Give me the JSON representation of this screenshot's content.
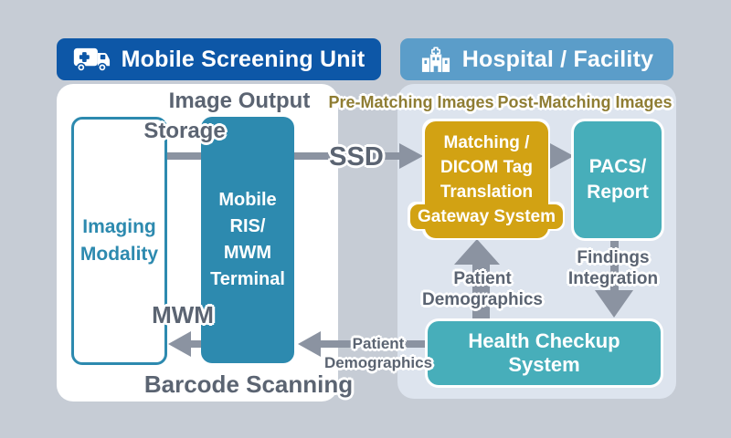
{
  "colors": {
    "background": "#c6ccd5",
    "mobile_badge_blue": "#0d57a7",
    "hospital_badge_blue": "#5b9dc9",
    "mobile_panel_white": "#ffffff",
    "hospital_panel_gray": "#dde4ee",
    "ris_teal": "#2d8aaf",
    "system_teal": "#47aeba",
    "gateway_gold": "#d2a213",
    "arrow_gray": "#8b93a1",
    "label_gray": "#5b6472",
    "matching_label_olive": "#8f7d33"
  },
  "header": {
    "mobile_unit": "Mobile Screening Unit",
    "hospital": "Hospital / Facility"
  },
  "mobile_unit": {
    "image_output": "Image Output",
    "storage": "Storage",
    "imaging_modality": {
      "line1": "Imaging",
      "line2": "Modality"
    },
    "ris_terminal": {
      "line1": "Mobile RIS/",
      "line2": "MWM",
      "line3": "Terminal"
    },
    "mwm": "MWM",
    "barcode_scanning": "Barcode Scanning"
  },
  "flows": {
    "ssd": "SSD",
    "pre_matching": "Pre-Matching Images",
    "post_matching": "Post-Matching Images",
    "patient_demographics_up": {
      "line1": "Patient",
      "line2": "Demographics"
    },
    "patient_demographics_left": {
      "line1": "Patient",
      "line2": "Demographics"
    },
    "findings_integration": {
      "line1": "Findings",
      "line2": "Integration"
    }
  },
  "hospital": {
    "gateway": {
      "line1": "Matching /",
      "line2": "DICOM Tag",
      "line3": "Translation",
      "line4": "Gateway System"
    },
    "pacs": {
      "line1": "PACS/",
      "line2": "Report"
    },
    "checkup": {
      "line1": "Health Checkup",
      "line2": "System"
    }
  }
}
